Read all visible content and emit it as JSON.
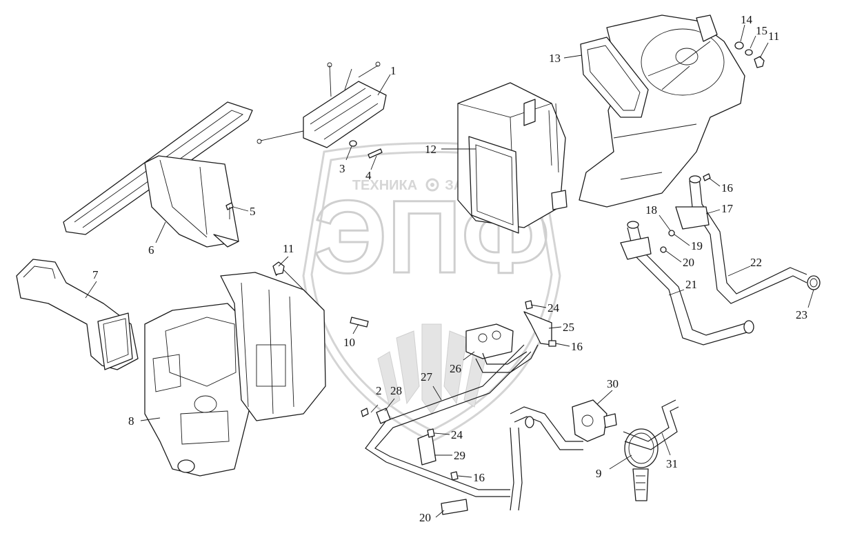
{
  "watermark": {
    "emblem": "ЭПФ",
    "left_text": "ТЕХНИКА",
    "right_text": "ЗАПЧАСТИ"
  },
  "callouts": {
    "c1": "1",
    "c2": "2",
    "c3": "3",
    "c4": "4",
    "c5": "5",
    "c6": "6",
    "c7": "7",
    "c8": "8",
    "c9": "9",
    "c10": "10",
    "c11a": "11",
    "c11b": "11",
    "c12": "12",
    "c13": "13",
    "c14": "14",
    "c15": "15",
    "c16a": "16",
    "c16b": "16",
    "c16c": "16",
    "c17": "17",
    "c18": "18",
    "c19": "19",
    "c20a": "20",
    "c20b": "20",
    "c21": "21",
    "c22": "22",
    "c23": "23",
    "c24a": "24",
    "c24b": "24",
    "c25": "25",
    "c26": "26",
    "c27": "27",
    "c28": "28",
    "c29": "29",
    "c30": "30",
    "c31": "31"
  }
}
